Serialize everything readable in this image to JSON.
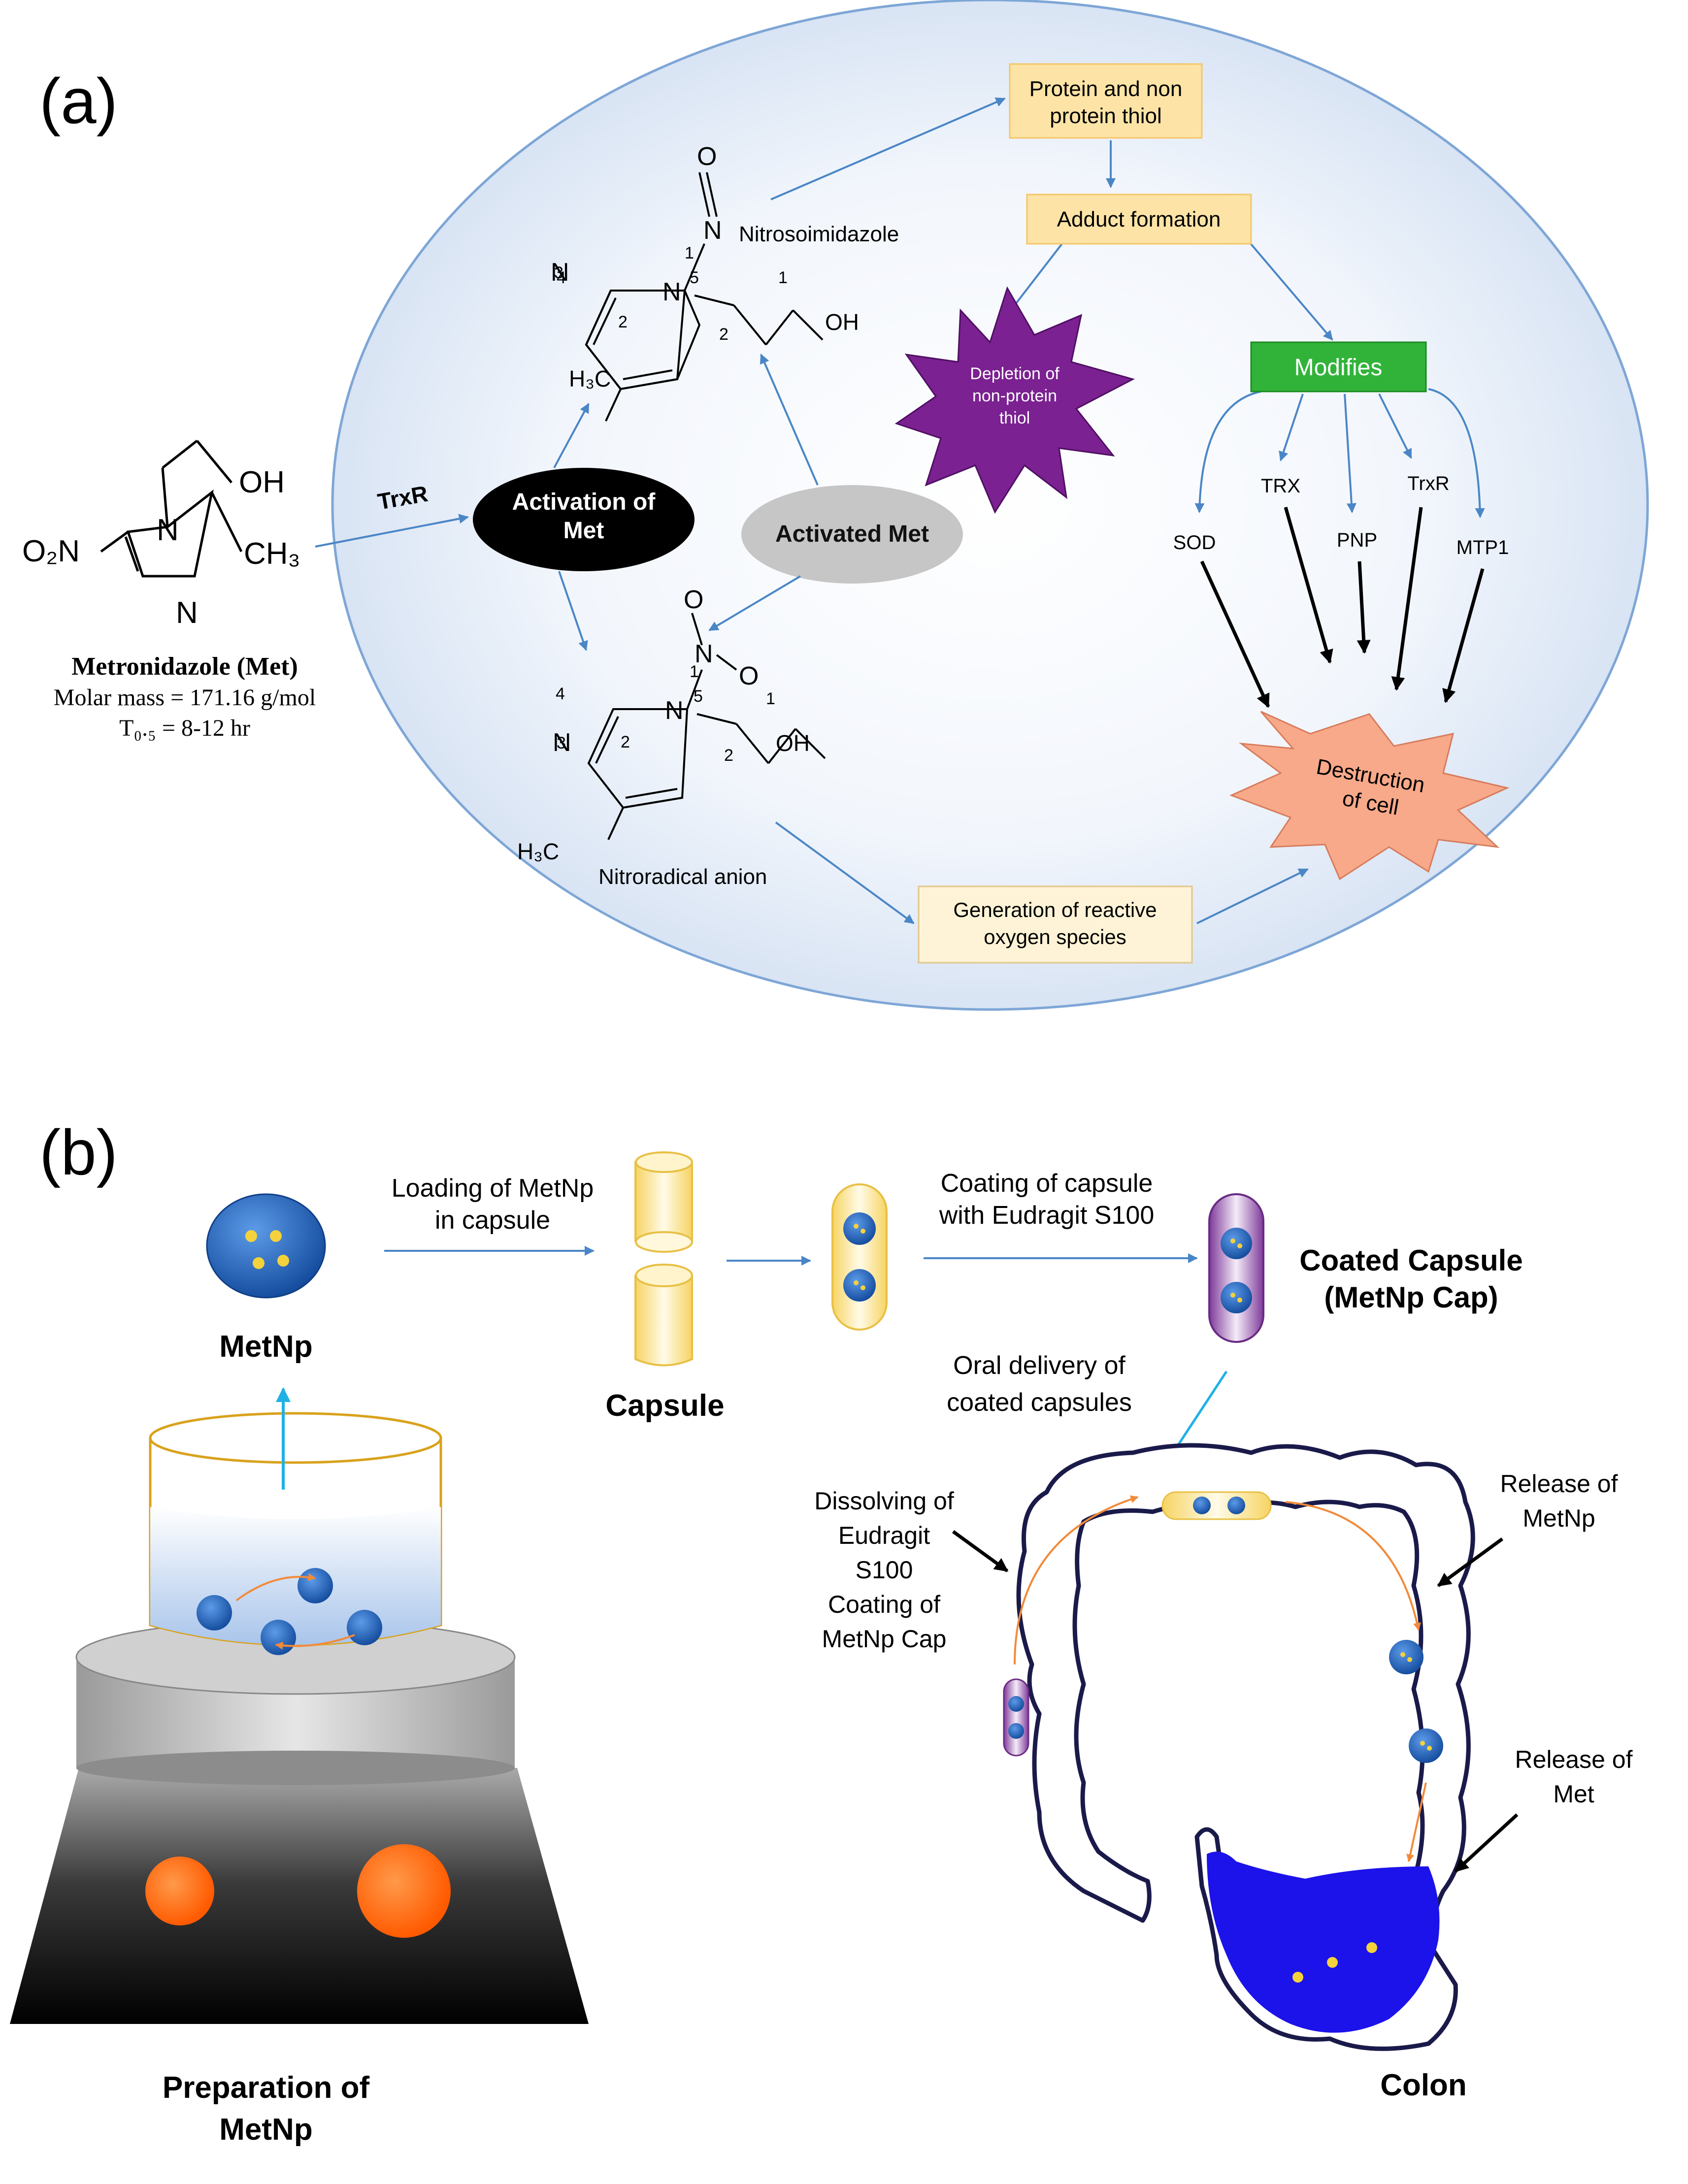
{
  "panel_a": {
    "label": "(a)",
    "met": {
      "oh": "OH",
      "o2n": "O₂N",
      "n_top": "N",
      "n_bottom": "N",
      "ch3": "CH₃",
      "name": "Metronidazole (Met)",
      "molar_mass": "Molar mass = 171.16 g/mol",
      "half_life": "T₀.₅ = 8-12 hr"
    },
    "trxr_label": "TrxR",
    "activation": "Activation of Met",
    "activation_lines": [
      "Activation of",
      "Met"
    ],
    "activated": "Activated Met",
    "nitroso": {
      "o": "O",
      "n_nitroso": "N",
      "n3": "N",
      "n1": "N",
      "num_1": "1",
      "num_2": "2",
      "num_3": "3",
      "num_4": "4",
      "num_5": "5",
      "side_1": "1",
      "side_2": "2",
      "oh": "OH",
      "h3c": "H₃C",
      "name": "Nitrosoimidazole"
    },
    "nitroradical": {
      "o_top": "O",
      "o_right": "O",
      "n_nitro": "N",
      "n3": "N",
      "n1": "N",
      "num_1": "1",
      "num_2": "2",
      "num_3": "3",
      "num_4": "4",
      "num_5": "5",
      "side_1": "1",
      "side_2": "2",
      "oh": "OH",
      "h3c": "H₃C",
      "name": "Nitroradical anion"
    },
    "protein_thiol_lines": [
      "Protein and non",
      "protein thiol"
    ],
    "adduct": "Adduct formation",
    "depletion_lines": [
      "Depletion of",
      "non-protein",
      "thiol"
    ],
    "modifies": "Modifies",
    "targets": [
      "SOD",
      "TRX",
      "PNP",
      "TrxR",
      "MTP1"
    ],
    "destruction_lines": [
      "Destruction",
      "of cell"
    ],
    "ros_lines": [
      "Generation of reactive",
      "oxygen species"
    ]
  },
  "panel_b": {
    "label": "(b)",
    "metnp": "MetNp",
    "loading_lines": [
      "Loading of MetNp",
      "in capsule"
    ],
    "capsule": "Capsule",
    "coating_lines": [
      "Coating of capsule",
      "with Eudragit S100"
    ],
    "coated_lines": [
      "Coated Capsule",
      "(MetNp Cap)"
    ],
    "oral_lines": [
      "Oral delivery of",
      "coated capsules"
    ],
    "dissolving_lines": [
      "Dissolving of",
      "Eudragit",
      "S100",
      "Coating of",
      "MetNp Cap"
    ],
    "release_metnp_lines": [
      "Release of",
      "MetNp"
    ],
    "release_met_lines": [
      "Release of",
      "Met"
    ],
    "colon": "Colon",
    "preparation_lines": [
      "Preparation of",
      "MetNp"
    ]
  },
  "colors": {
    "arrow_blue": "#4a86c6",
    "yellow_box": "#fde4a6",
    "green_box": "#31b33a",
    "purple_star": "#7b2191",
    "salmon_star": "#f8a98a",
    "nanoparticle": "#1f63c1",
    "colon_blue": "#1c12ea",
    "heater_orange": "#ff6a14"
  }
}
